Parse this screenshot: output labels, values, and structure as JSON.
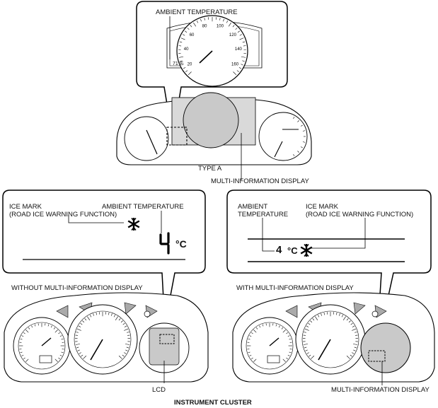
{
  "top": {
    "callout_label": "AMBIENT TEMPERATURE",
    "speed_ticks": [
      "20",
      "40",
      "60",
      "80",
      "100",
      "120",
      "140",
      "160"
    ],
    "temp_readout": "71",
    "temp_unit": "°F",
    "type_label": "TYPE A",
    "mid_label": "MULTI-INFORMATION DISPLAY"
  },
  "left_panel": {
    "ice_mark_line1": "ICE MARK",
    "ice_mark_line2": "(ROAD ICE WARNING FUNCTION)",
    "ambient_label": "AMBIENT TEMPERATURE",
    "temp_value": "4",
    "temp_unit": "°C",
    "caption": "WITHOUT MULTI-INFORMATION DISPLAY",
    "lcd_label": "LCD"
  },
  "right_panel": {
    "ambient_line1": "AMBIENT",
    "ambient_line2": "TEMPERATURE",
    "ice_mark_line1": "ICE MARK",
    "ice_mark_line2": "(ROAD ICE WARNING FUNCTION)",
    "temp_value": "4",
    "temp_unit": "°C",
    "caption": "WITH MULTI-INFORMATION DISPLAY",
    "mid_label": "MULTI-INFORMATION DISPLAY"
  },
  "footer_title": "INSTRUMENT CLUSTER"
}
